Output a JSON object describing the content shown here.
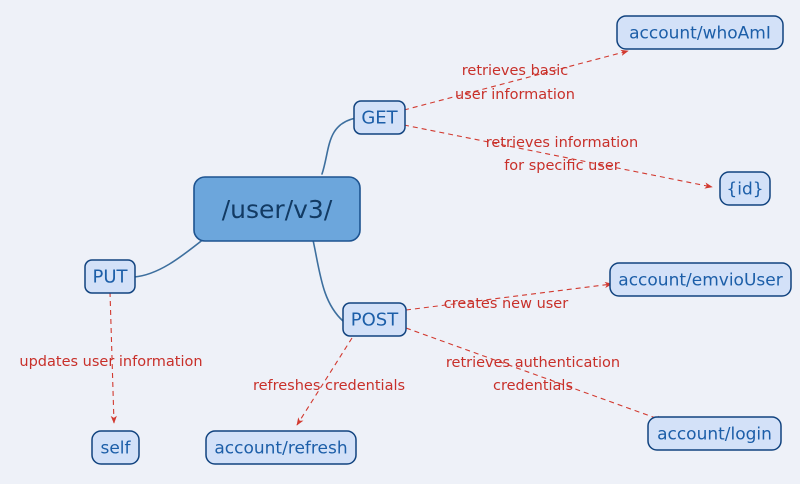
{
  "diagram": {
    "type": "mindmap",
    "background_color": "#eef1f8",
    "root": {
      "label": "/user/v3/",
      "fill": "#6ca6dc",
      "stroke": "#1d5390"
    },
    "node_fill": "#d3e1f8",
    "node_stroke": "#11437f",
    "node_text_color": "#1c5ea8",
    "solid_edge_color": "#3d6f9e",
    "dashed_edge_color": "#d23a30",
    "label_text_color": "#c8302a",
    "methods": [
      {
        "id": "get",
        "label": "GET"
      },
      {
        "id": "put",
        "label": "PUT"
      },
      {
        "id": "post",
        "label": "POST"
      }
    ],
    "endpoints": [
      {
        "id": "whoami",
        "label": "account/whoAmI"
      },
      {
        "id": "id",
        "label": "{id}"
      },
      {
        "id": "emviouser",
        "label": "account/emvioUser"
      },
      {
        "id": "self",
        "label": "self"
      },
      {
        "id": "refresh",
        "label": "account/refresh"
      },
      {
        "id": "login",
        "label": "account/login"
      }
    ],
    "edge_labels": [
      {
        "id": "get-whoami",
        "line1": "retrieves basic",
        "line2": "user information"
      },
      {
        "id": "get-id",
        "line1": "retrieves information",
        "line2": "for specific user"
      },
      {
        "id": "post-emviouser",
        "line1": "creates new user",
        "line2": ""
      },
      {
        "id": "post-login",
        "line1": "retrieves authentication",
        "line2": "credentials"
      },
      {
        "id": "post-refresh",
        "line1": "refreshes credentials",
        "line2": ""
      },
      {
        "id": "put-self",
        "line1": "updates user information",
        "line2": ""
      }
    ]
  }
}
